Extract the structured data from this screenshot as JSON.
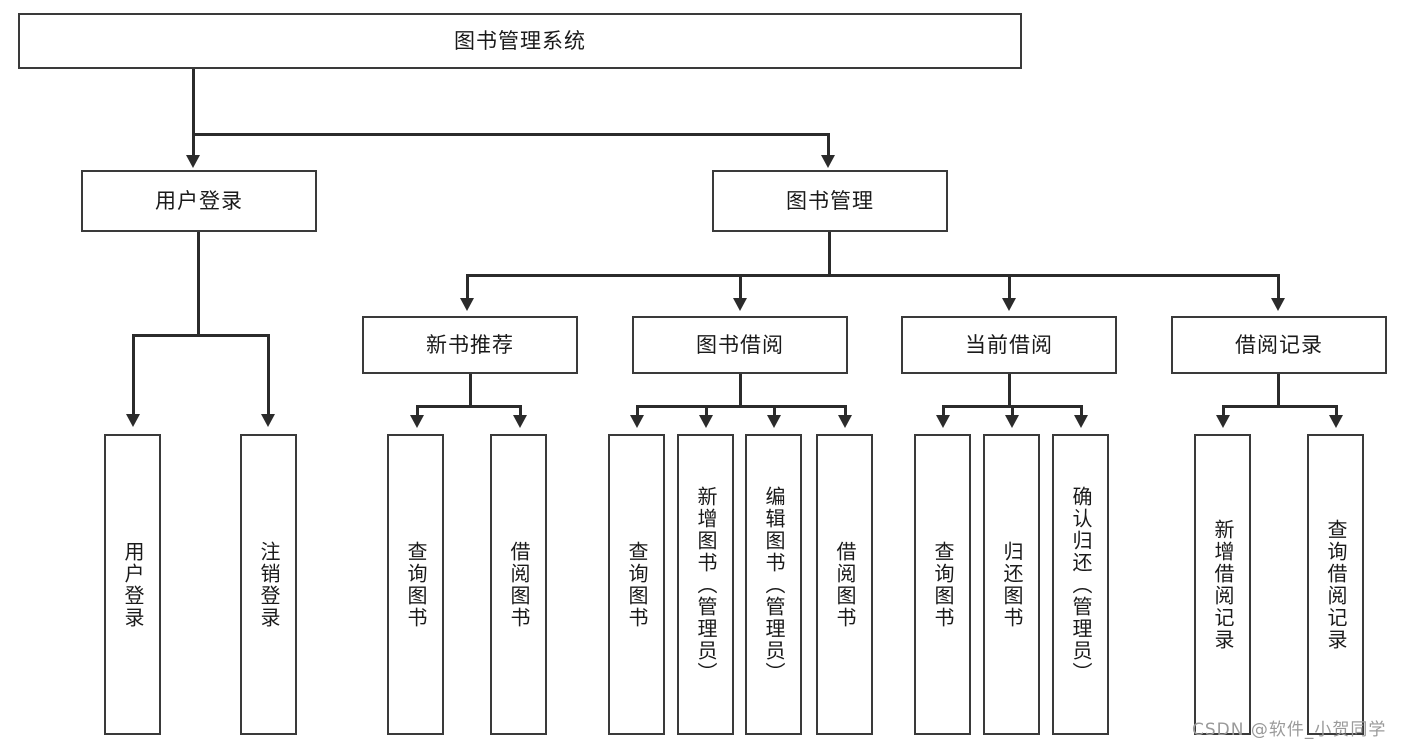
{
  "diagram": {
    "title_text": "图书管理系统",
    "type": "tree-hierarchy-diagram",
    "root": {
      "label": "图书管理系统"
    },
    "level2": [
      {
        "label": "用户登录"
      },
      {
        "label": "图书管理"
      }
    ],
    "level3": [
      {
        "label": "新书推荐"
      },
      {
        "label": "图书借阅"
      },
      {
        "label": "当前借阅"
      },
      {
        "label": "借阅记录"
      }
    ],
    "leaves": {
      "user_login": [
        {
          "label": "用户登录"
        },
        {
          "label": "注销登录"
        }
      ],
      "new_book_recommend": [
        {
          "label": "查询图书"
        },
        {
          "label": "借阅图书"
        }
      ],
      "book_borrow": [
        {
          "label": "查询图书"
        },
        {
          "label": "新增图书（管理员）"
        },
        {
          "label": "编辑图书（管理员）"
        },
        {
          "label": "借阅图书"
        }
      ],
      "current_borrow": [
        {
          "label": "查询图书"
        },
        {
          "label": "归还图书"
        },
        {
          "label": "确认归还（管理员）"
        }
      ],
      "borrow_record": [
        {
          "label": "新增借阅记录"
        },
        {
          "label": "查询借阅记录"
        }
      ]
    },
    "watermark": "CSDN @软件_小贺同学",
    "colors": {
      "background": "#ffffff",
      "box_border": "#3a3a3a",
      "connector": "#2b2b2b",
      "text": "#1a1a1a",
      "watermark": "#9a9a9a"
    }
  }
}
